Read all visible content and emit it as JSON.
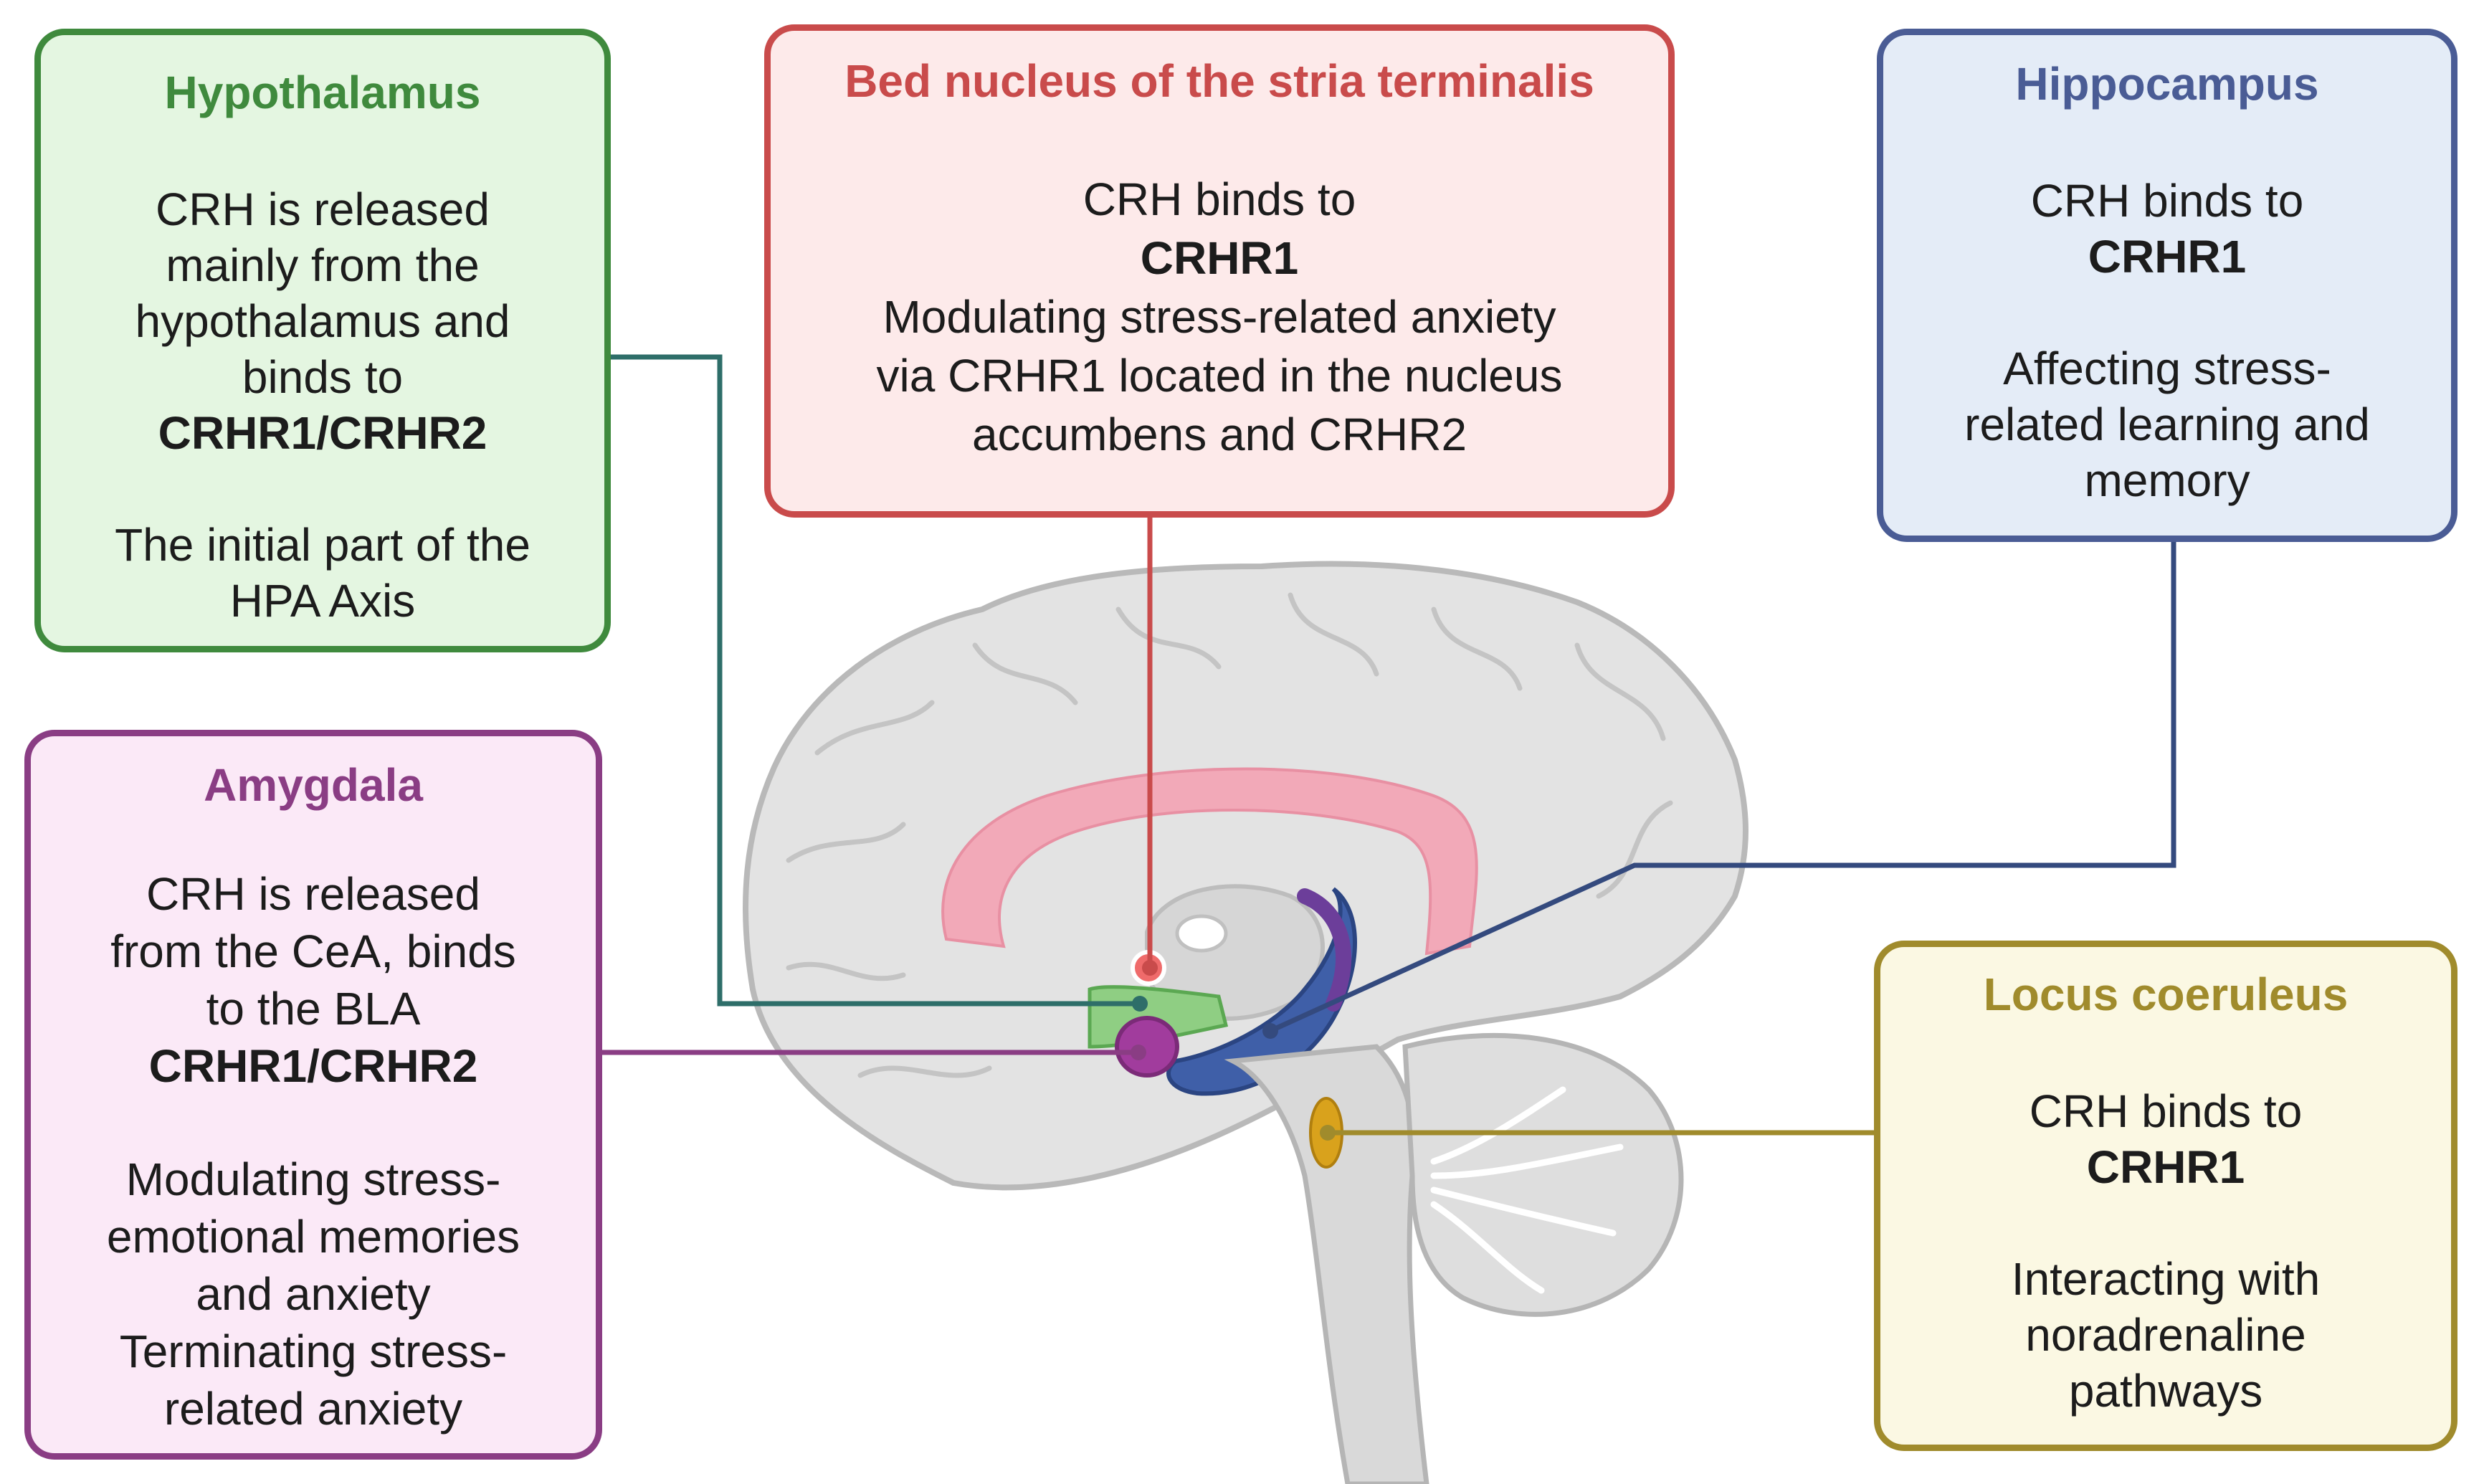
{
  "colors": {
    "hypothalamus": "#3f8a3d",
    "bnst": "#c94b4b",
    "hippocampus": "#4a5c95",
    "amygdala": "#8a3d84",
    "locus": "#a08b2c",
    "corpus_callosum": "#f2a9b8",
    "brain": "#e3e3e3"
  },
  "hypothalamus": {
    "title": "Hypothalamus",
    "l1": "CRH is released",
    "l2": "mainly from the",
    "l3": "hypothalamus and",
    "l4": "binds to",
    "receptor": "CRHR1/CRHR2",
    "r1": "The initial part of the",
    "r2": "HPA Axis"
  },
  "bnst": {
    "title": "Bed nucleus of the stria terminalis",
    "l1": "CRH binds to",
    "receptor": "CRHR1",
    "r1": "Modulating stress-related anxiety",
    "r2": "via CRHR1 located in the nucleus",
    "r3": "accumbens and CRHR2"
  },
  "hippocampus": {
    "title": "Hippocampus",
    "l1": "CRH binds to",
    "receptor": "CRHR1",
    "r1": "Affecting stress-",
    "r2": "related learning and",
    "r3": "memory"
  },
  "amygdala": {
    "title": "Amygdala",
    "l1": "CRH is released",
    "l2": "from the CeA, binds",
    "l3": "to the BLA",
    "receptor": "CRHR1/CRHR2",
    "r1": "Modulating stress-",
    "r2": "emotional memories",
    "r3": "and anxiety",
    "r4": "Terminating stress-",
    "r5": "related anxiety"
  },
  "locus": {
    "title": "Locus coeruleus",
    "l1": "CRH binds to",
    "receptor": "CRHR1",
    "r1": "Interacting with",
    "r2": "noradrenaline",
    "r3": "pathways"
  }
}
